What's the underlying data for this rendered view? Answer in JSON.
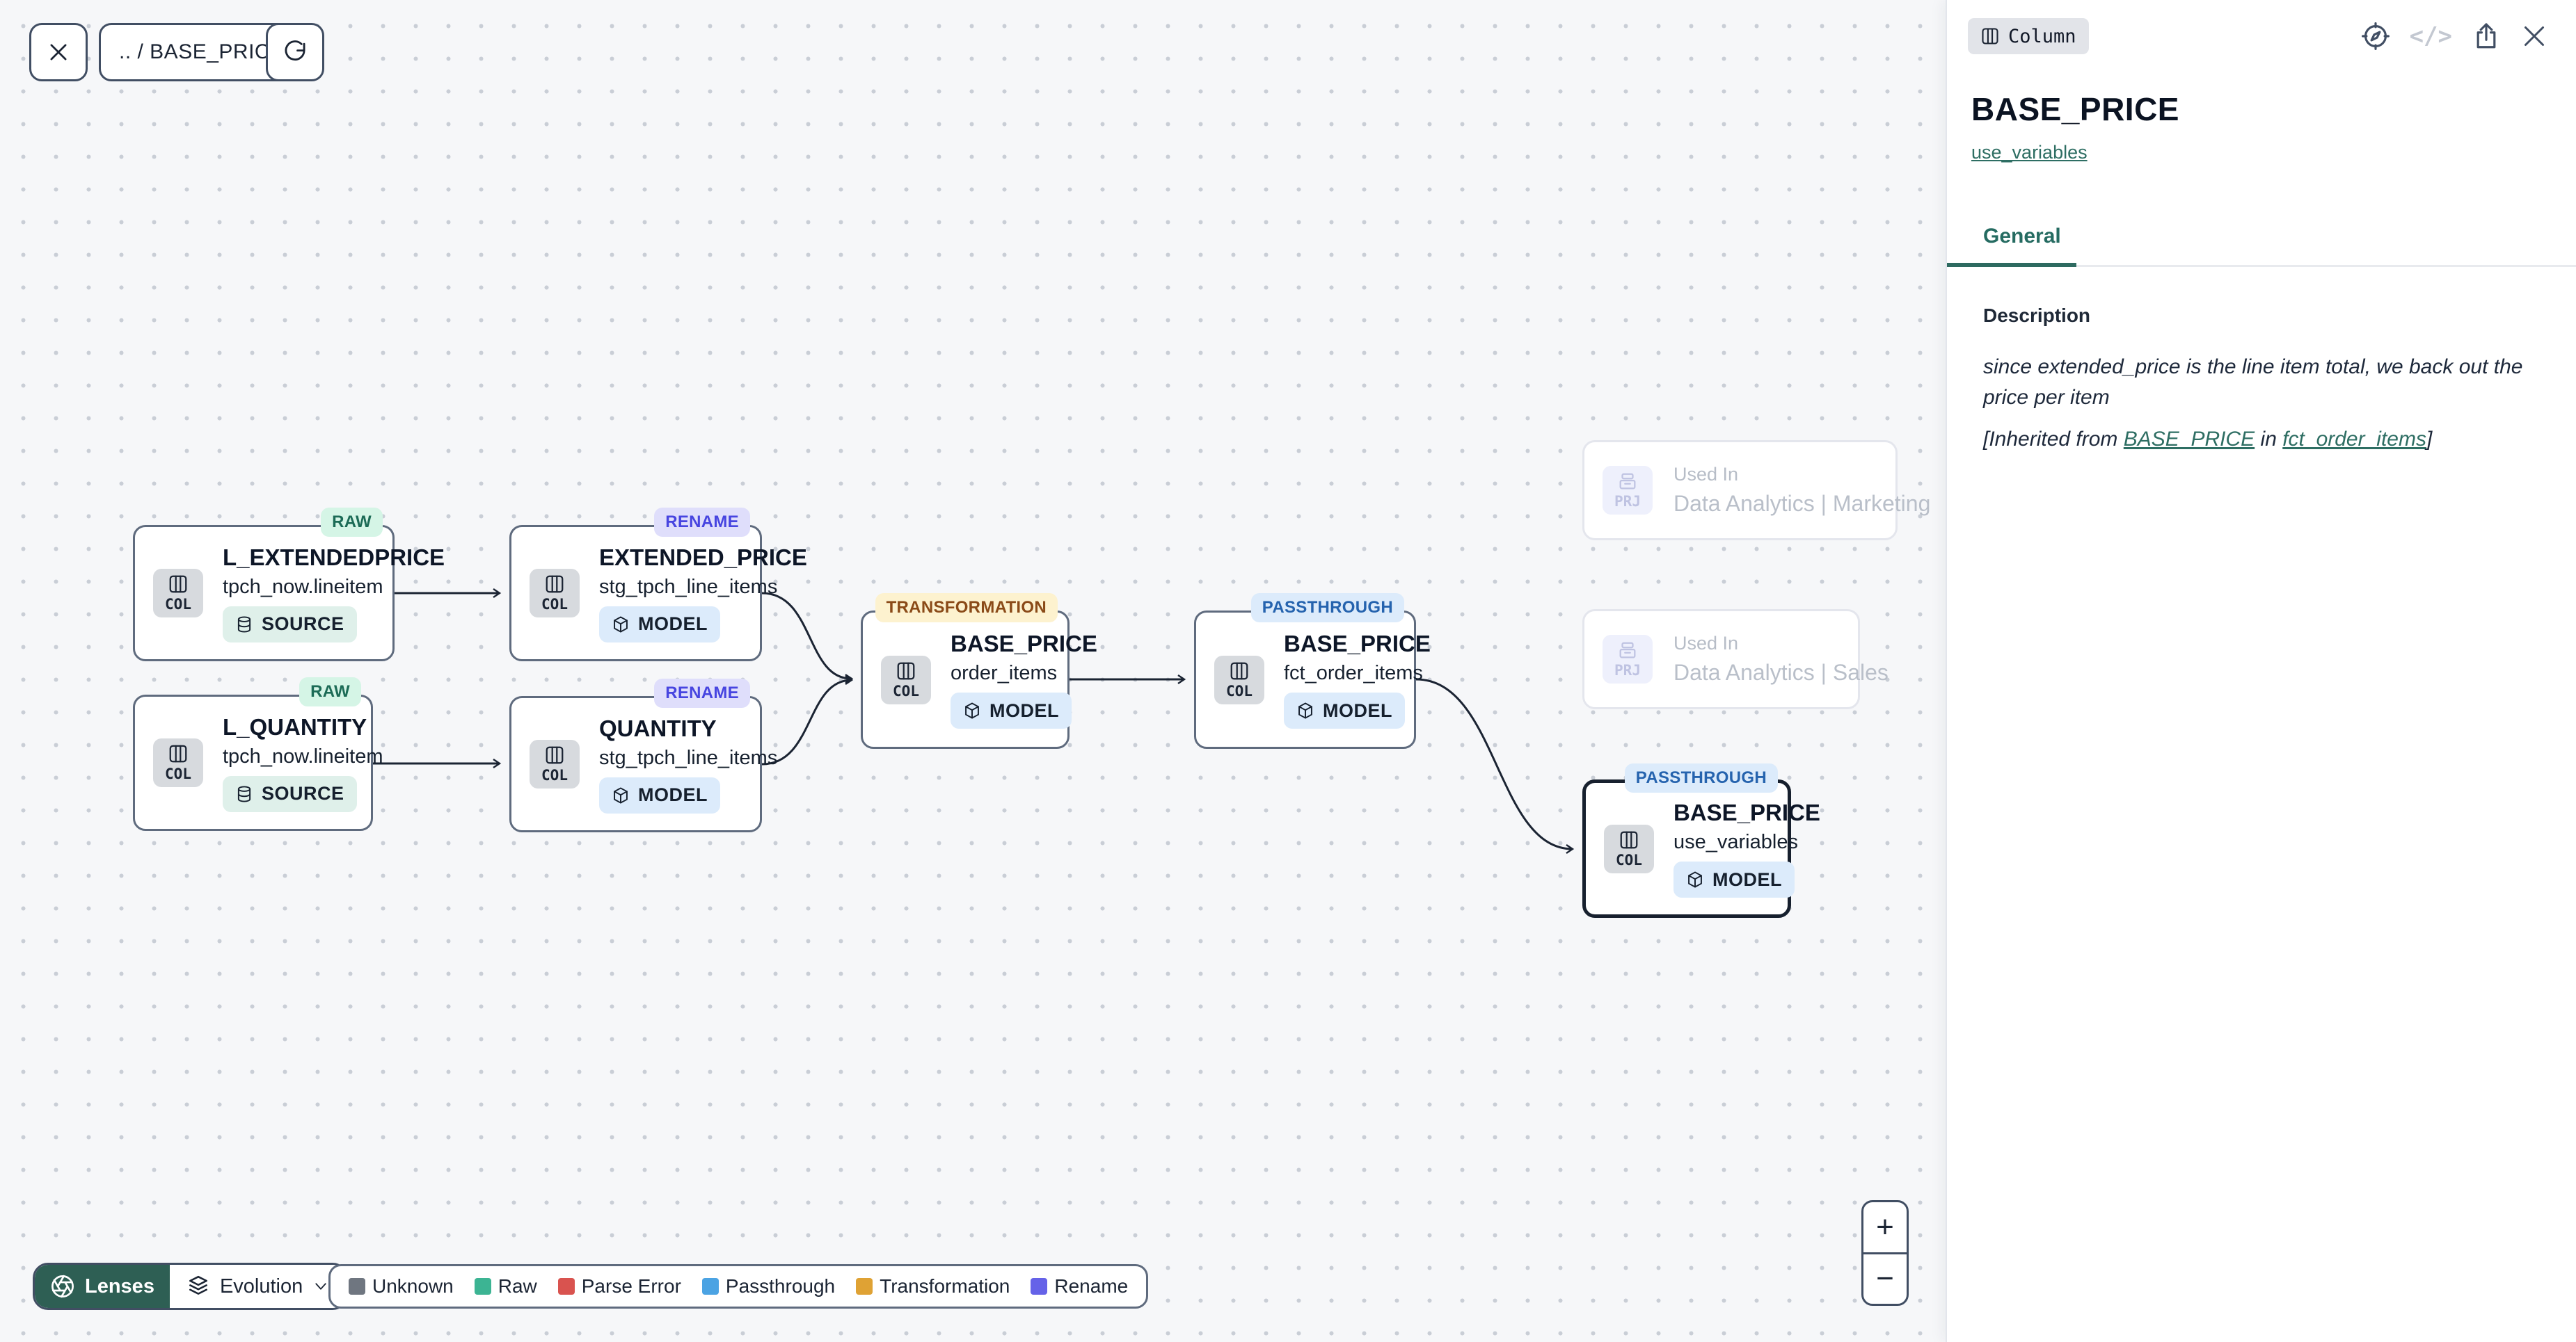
{
  "toolbar": {
    "breadcrumb": ".. / BASE_PRICE"
  },
  "canvas": {
    "nodes": [
      {
        "title": "L_EXTENDEDPRICE",
        "subtitle": "tpch_now.lineitem",
        "badge": "SOURCE",
        "tag": "RAW",
        "chip": "COL"
      },
      {
        "title": "L_QUANTITY",
        "subtitle": "tpch_now.lineitem",
        "badge": "SOURCE",
        "tag": "RAW",
        "chip": "COL"
      },
      {
        "title": "EXTENDED_PRICE",
        "subtitle": "stg_tpch_line_items",
        "badge": "MODEL",
        "tag": "RENAME",
        "chip": "COL"
      },
      {
        "title": "QUANTITY",
        "subtitle": "stg_tpch_line_items",
        "badge": "MODEL",
        "tag": "RENAME",
        "chip": "COL"
      },
      {
        "title": "BASE_PRICE",
        "subtitle": "order_items",
        "badge": "MODEL",
        "tag": "TRANSFORMATION",
        "chip": "COL"
      },
      {
        "title": "BASE_PRICE",
        "subtitle": "fct_order_items",
        "badge": "MODEL",
        "tag": "PASSTHROUGH",
        "chip": "COL"
      },
      {
        "title": "BASE_PRICE",
        "subtitle": "use_variables",
        "badge": "MODEL",
        "tag": "PASSTHROUGH",
        "chip": "COL"
      }
    ],
    "ghosts": [
      {
        "label": "Used In",
        "name": "Data Analytics | Marketing",
        "chip": "PRJ"
      },
      {
        "label": "Used In",
        "name": "Data Analytics | Sales",
        "chip": "PRJ"
      }
    ]
  },
  "lenses": {
    "button_label": "Lenses",
    "mode_label": "Evolution"
  },
  "legend": {
    "items": [
      {
        "label": "Unknown",
        "color": "#6f7680"
      },
      {
        "label": "Raw",
        "color": "#3cb493"
      },
      {
        "label": "Parse Error",
        "color": "#d9534f"
      },
      {
        "label": "Passthrough",
        "color": "#4ba3e3"
      },
      {
        "label": "Transformation",
        "color": "#dfa234"
      },
      {
        "label": "Rename",
        "color": "#6562e8"
      }
    ]
  },
  "zoom_controls": {
    "zoom_in": "+",
    "zoom_out": "−"
  },
  "panel": {
    "type_badge": "Column",
    "title": "BASE_PRICE",
    "model_link": "use_variables",
    "tabs": [
      {
        "label": "General",
        "active": true
      }
    ],
    "description": {
      "label": "Description",
      "text": "since extended_price is the line item total, we back out the price per item",
      "inherited_prefix": "[Inherited from ",
      "inherited_link_column": "BASE_PRICE",
      "inherited_mid": " in ",
      "inherited_link_model": "fct_order_items",
      "inherited_suffix": "]"
    }
  },
  "colors": {
    "accent_teal": "#2e5f54",
    "link_teal": "#2e6e63",
    "edge": "#1b2433",
    "tag_raw_bg": "#d5f5e6",
    "tag_raw_text": "#1c6b56",
    "tag_rename_bg": "#dfdefb",
    "tag_rename_text": "#4745e0",
    "tag_transformation_bg": "#fdf2cf",
    "tag_transformation_text": "#8a4a18",
    "tag_passthrough_bg": "#dcebfb",
    "tag_passthrough_text": "#2563ae"
  }
}
